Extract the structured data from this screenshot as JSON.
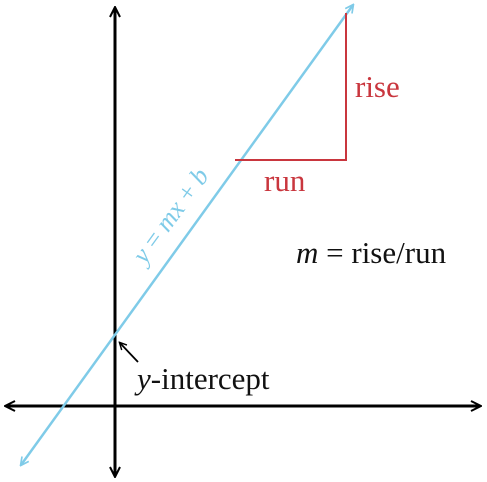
{
  "colors": {
    "axes": "#000000",
    "line": "#7fcbe8",
    "triangle": "#c9363e",
    "text": "#111111"
  },
  "labels": {
    "line_equation": {
      "y": "y",
      "eq1": " = ",
      "m": "m",
      "x": "x",
      "plus": " + ",
      "b": "b"
    },
    "rise": "rise",
    "run": "run",
    "slope_formula": {
      "m": "m",
      "rest": " = rise/run"
    },
    "intercept": {
      "y": "y",
      "rest": "-intercept"
    }
  },
  "icons": {
    "axis_arrows": "arrowhead",
    "intercept_pointer": "arrow-pointer-icon"
  }
}
